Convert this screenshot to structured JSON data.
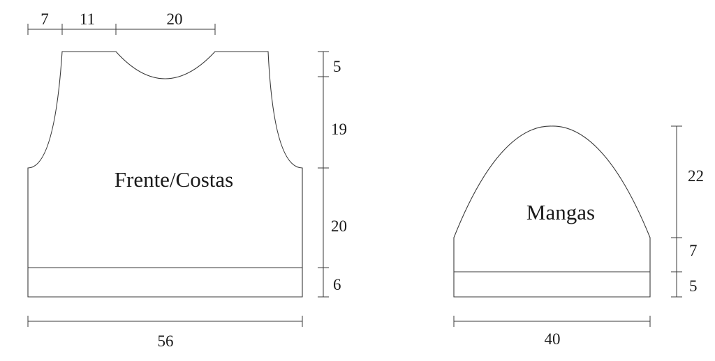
{
  "front_back": {
    "label": "Frente/Costas",
    "top_dims": [
      "7",
      "11",
      "20"
    ],
    "side_dims": [
      "5",
      "19",
      "20",
      "6"
    ],
    "width_dim": "56"
  },
  "sleeves": {
    "label": "Mangas",
    "side_dims": [
      "22",
      "7",
      "5"
    ],
    "width_dim": "40"
  }
}
